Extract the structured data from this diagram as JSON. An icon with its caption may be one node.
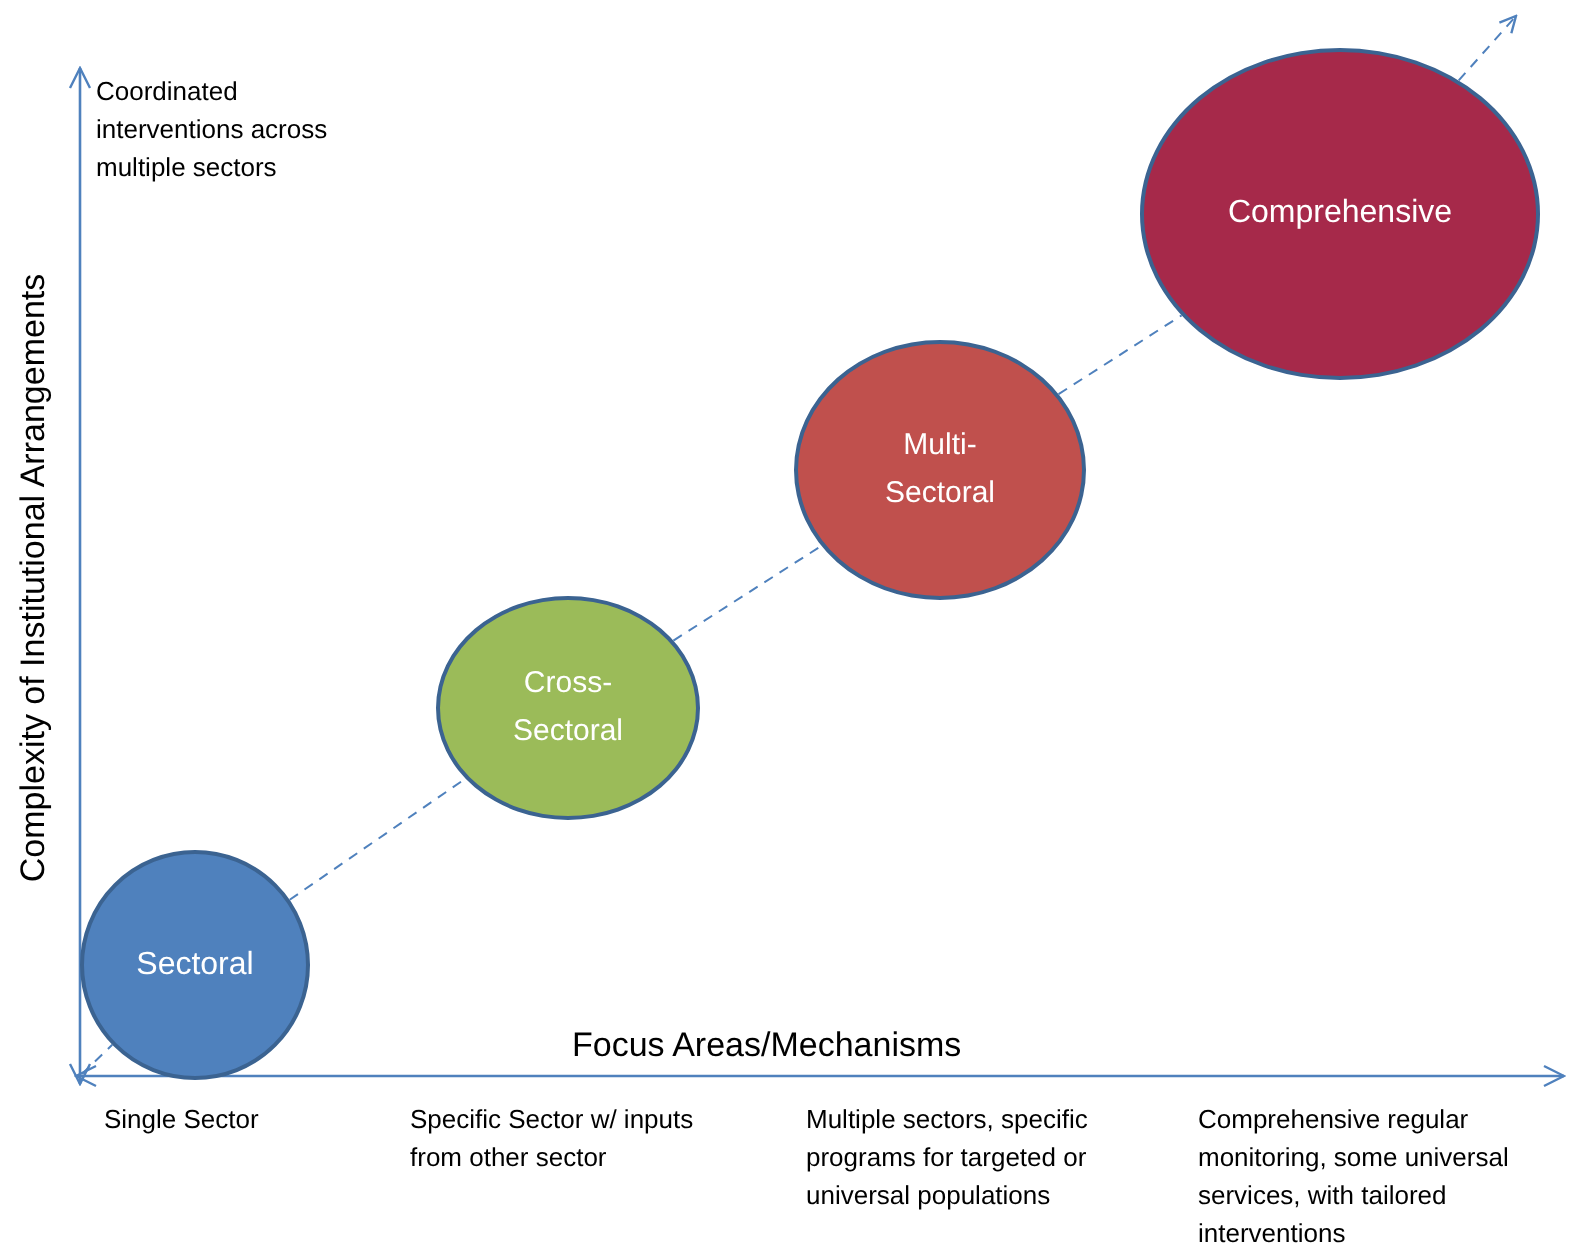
{
  "diagram": {
    "nodes": [
      {
        "text": [
          "Sectoral"
        ]
      },
      {
        "text": [
          "Cross-Sectoral"
        ]
      },
      {
        "text": [
          "Multi-Sectoral"
        ]
      },
      {
        "text": [
          "Comprehensive"
        ]
      }
    ],
    "edges": [
      {
        "from": null,
        "to": 0,
        "arrow": "none",
        "style": "dashed"
      },
      {
        "from": 0,
        "to": 1,
        "arrow": "none",
        "style": "dashed"
      },
      {
        "from": 1,
        "to": 2,
        "arrow": "none",
        "style": "dashed"
      },
      {
        "from": 2,
        "to": 3,
        "arrow": "none",
        "style": "dashed"
      },
      {
        "from": 3,
        "to": null,
        "arrow": "to",
        "style": "dashed"
      }
    ],
    "labels": [
      "Coordinated interventions across multiple sectors",
      "Complexity of Institutional Arrangements",
      "Focus Areas/Mechanisms",
      "Single Sector",
      "Specific Sector w/ inputs from other sector",
      "Multiple sectors, specific programs for targeted or universal populations",
      "Comprehensive regular monitoring, some universal services, with tailored interventions"
    ]
  }
}
